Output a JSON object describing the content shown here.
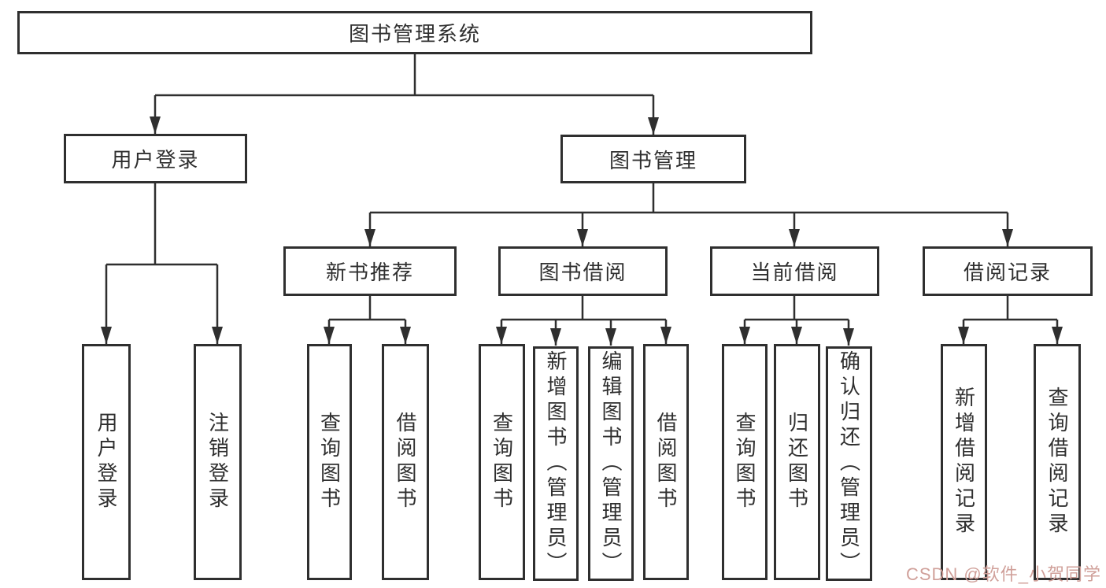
{
  "diagram": {
    "root": {
      "label": "图书管理系统"
    },
    "level2": [
      {
        "label": "用户登录"
      },
      {
        "label": "图书管理"
      }
    ],
    "level3": [
      {
        "label": "新书推荐"
      },
      {
        "label": "图书借阅"
      },
      {
        "label": "当前借阅"
      },
      {
        "label": "借阅记录"
      }
    ],
    "leaves": [
      {
        "label": "用户登录"
      },
      {
        "label": "注销登录"
      },
      {
        "label": "查询图书"
      },
      {
        "label": "借阅图书"
      },
      {
        "label": "查询图书"
      },
      {
        "label": "新增图书（管理员）"
      },
      {
        "label": "编辑图书（管理员）"
      },
      {
        "label": "借阅图书"
      },
      {
        "label": "查询图书"
      },
      {
        "label": "归还图书"
      },
      {
        "label": "确认归还（管理员）"
      },
      {
        "label": "新增借阅记录"
      },
      {
        "label": "查询借阅记录"
      }
    ]
  },
  "watermark": {
    "text": "CSDN @软件_小贺同学",
    "color": "#d0a09a"
  },
  "colors": {
    "line": "#2f2f2f",
    "box_border": "#2f2f2f",
    "text": "#2f2f2f",
    "background": "#ffffff",
    "watermark": "#d0a09a"
  }
}
